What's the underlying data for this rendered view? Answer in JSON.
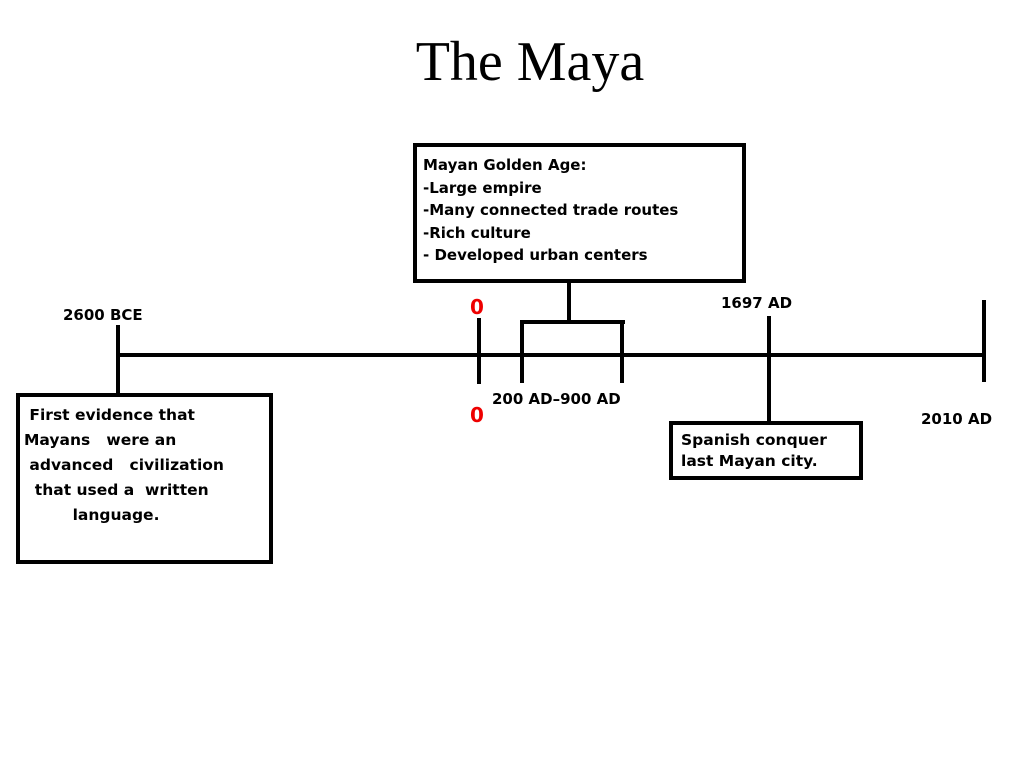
{
  "title": "The Maya",
  "timeline": {
    "start_label": "2600 BCE",
    "zero_top": "0",
    "zero_bottom": "0",
    "golden_range_label": "200 AD–900 AD",
    "spanish_label": "1697 AD",
    "end_label": "2010 AD",
    "zero_color": "#ee0000"
  },
  "golden_age_box": {
    "lines": [
      "Mayan Golden Age:",
      "-Large empire",
      "-Many connected trade routes",
      "-Rich culture",
      "- Developed urban centers"
    ]
  },
  "first_evidence_box": {
    "lines": [
      " First evidence that",
      "Mayans   were an",
      " advanced   civilization",
      "  that used a  written",
      "         language."
    ]
  },
  "spanish_box": {
    "lines": [
      "Spanish conquer",
      "last Mayan city."
    ]
  }
}
